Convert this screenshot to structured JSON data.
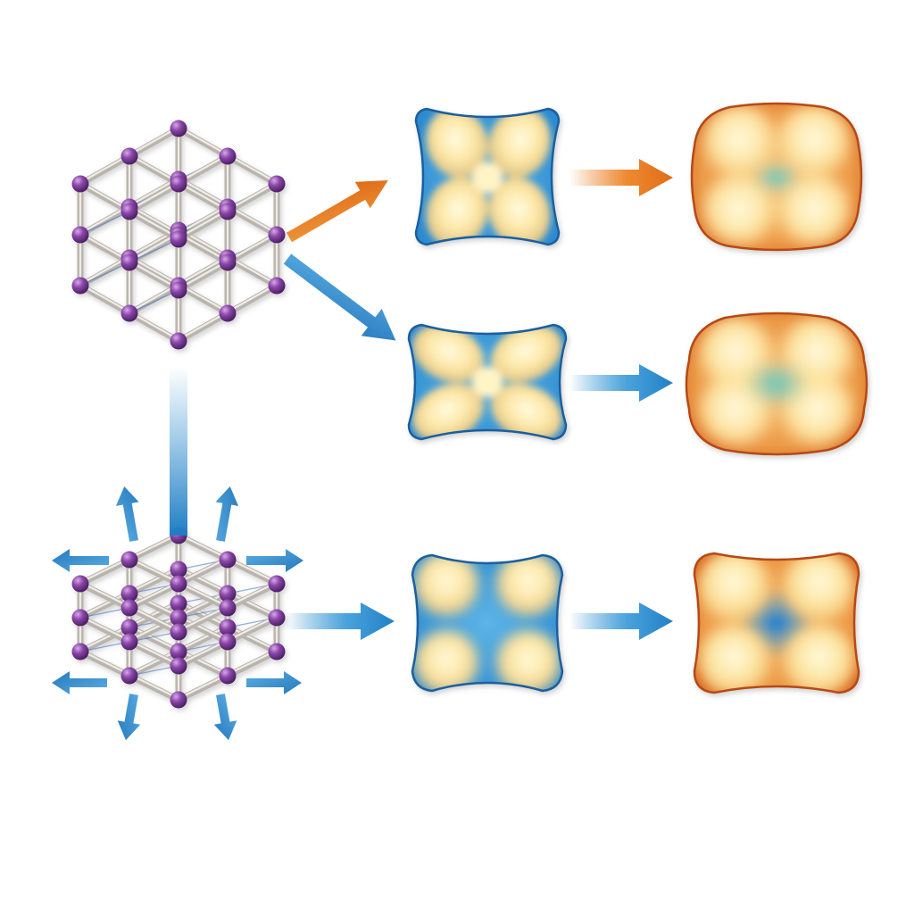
{
  "colors": {
    "background": "#ffffff",
    "atom": "#7b3f97",
    "atom_highlight": "#c08ad3",
    "bond": "#b9b4ad",
    "orange_arrow": "#e87a1f",
    "blue_arrow": "#2f8fd0",
    "intermediate_fill": "#3a9ad8",
    "final_fill": "#e48838",
    "lobe": "#fbe6a8"
  },
  "nodes": [
    {
      "id": "lattice-cube",
      "kind": "crystal-lattice",
      "state": "compact"
    },
    {
      "id": "lattice-expanded",
      "kind": "crystal-lattice",
      "state": "expanded",
      "expansion_arrows": 8
    },
    {
      "id": "row1-intermediate",
      "kind": "blue-density-shape",
      "lobes": 4,
      "pattern": "cross"
    },
    {
      "id": "row1-final",
      "kind": "orange-density-shape",
      "lobes": 4
    },
    {
      "id": "row2-intermediate",
      "kind": "blue-density-shape",
      "lobes": 4,
      "pattern": "cross"
    },
    {
      "id": "row2-final",
      "kind": "orange-density-shape",
      "lobes": 4
    },
    {
      "id": "row3-intermediate",
      "kind": "blue-density-shape",
      "lobes": 4,
      "pattern": "corners"
    },
    {
      "id": "row3-final",
      "kind": "orange-density-shape",
      "lobes": 4
    }
  ],
  "edges": [
    {
      "from": "lattice-cube",
      "to": "row1-intermediate",
      "color": "orange"
    },
    {
      "from": "lattice-cube",
      "to": "row2-intermediate",
      "color": "blue"
    },
    {
      "from": "lattice-cube",
      "to": "lattice-expanded",
      "color": "blue",
      "style": "gradient-bar"
    },
    {
      "from": "lattice-expanded",
      "to": "row3-intermediate",
      "color": "blue"
    },
    {
      "from": "row1-intermediate",
      "to": "row1-final",
      "color": "orange"
    },
    {
      "from": "row2-intermediate",
      "to": "row2-final",
      "color": "blue"
    },
    {
      "from": "row3-intermediate",
      "to": "row3-final",
      "color": "blue"
    }
  ]
}
